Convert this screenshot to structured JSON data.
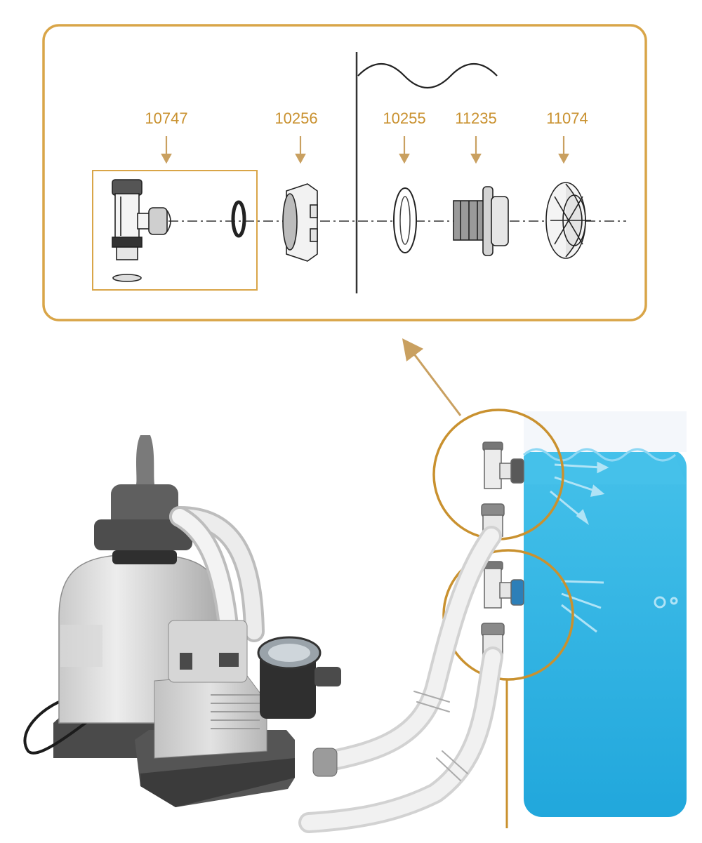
{
  "colors": {
    "frame": "#d9a548",
    "label": "#c9912f",
    "arrow": "#c9a060",
    "pool_water": "#2fb5e4",
    "line": "#333333"
  },
  "parts": [
    {
      "number": "10747",
      "name": "plunger valve assembly"
    },
    {
      "number": "10256",
      "name": "nut"
    },
    {
      "number": "10255",
      "name": "gasket"
    },
    {
      "number": "11235",
      "name": "strainer connector"
    },
    {
      "number": "11074",
      "name": "strainer grid"
    }
  ]
}
